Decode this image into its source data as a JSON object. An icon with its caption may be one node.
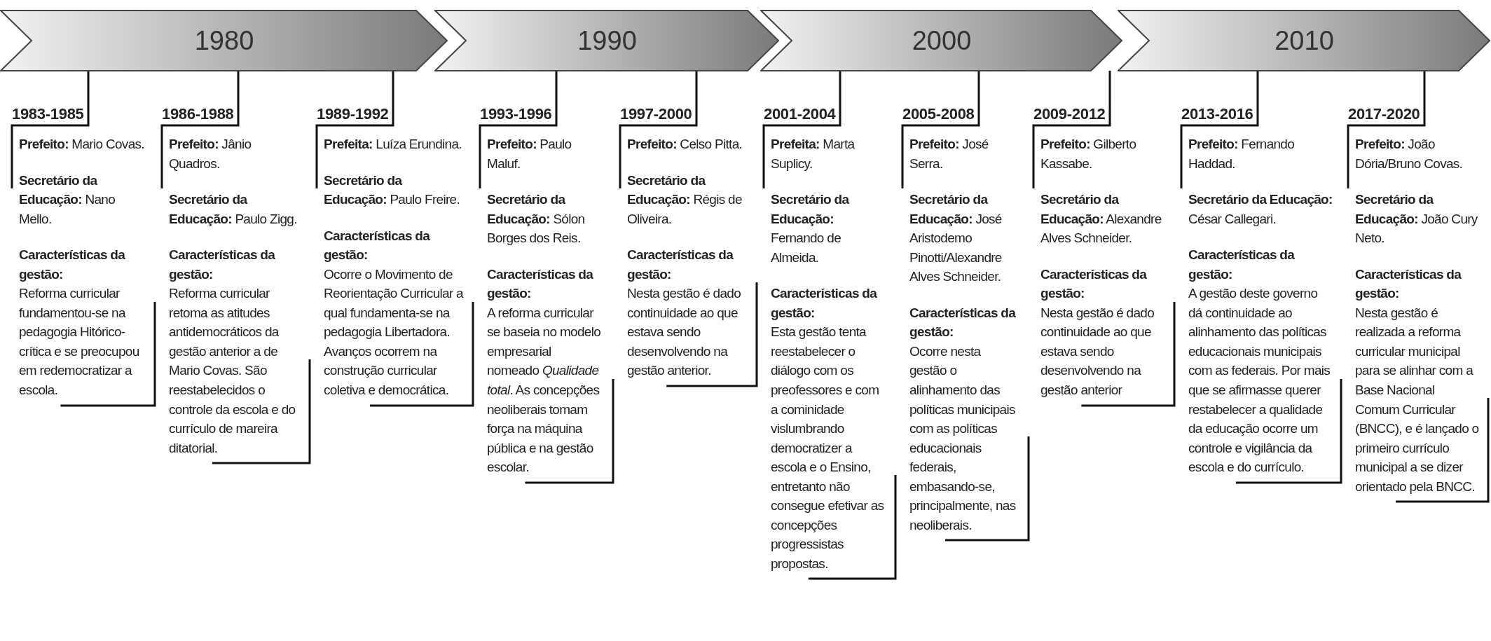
{
  "diagram": {
    "nodes": [
      {
        "text": [
          "1980"
        ]
      },
      {
        "text": [
          "1990"
        ]
      },
      {
        "text": [
          "2000"
        ]
      },
      {
        "text": [
          "2010"
        ]
      },
      {
        "text": [
          "1983-1985",
          "**Prefeito:** Mario Covas.",
          "**Secretário da Educação:** Nano Mello.",
          "**Características da gestão:** Reforma curricular fundamentou-se na pedagogia Hitórico-crítica e se preocupou em redemocratizar a escola."
        ]
      },
      {
        "text": [
          "1986-1988",
          "**Prefeito:** Jânio Quadros.",
          "**Secretário da Educação:** Paulo Zigg.",
          "**Características da gestão:** Reforma curricular retoma as atitudes antidemocráticos da gestão anterior a de Mario Covas. São reestabelecidos o controle da escola e do currículo de mareira ditatorial."
        ]
      },
      {
        "text": [
          "1989-1992",
          "**Prefeita:** Luíza Erundina.",
          "**Secretário da Educação:** Paulo Freire.",
          "**Características da gestão:** Ocorre o Movimento de Reorientação Curricular a qual fundamenta-se na pedagogia Libertadora. Avanços ocorrem na construção curricular coletiva e democrática."
        ]
      },
      {
        "text": [
          "1993-1996",
          "**Prefeito:** Paulo Maluf.",
          "**Secretário da Educação:** Sólon Borges dos Reis.",
          "**Características da gestão:** A reforma curricular se baseia no modelo empresarial nomeado *Qualidade total*. As concepções neoliberais tomam força na máquina pública e na gestão escolar."
        ]
      },
      {
        "text": [
          "1997-2000",
          "**Prefeito:** Celso Pitta.",
          "**Secretário da Educação:** Régis de Oliveira.",
          "**Características da gestão:** Nesta gestão é dado continuidade ao que estava sendo desenvolvendo na gestão anterior."
        ]
      },
      {
        "text": [
          "2001-2004",
          "**Prefeita:** Marta Suplicy.",
          "**Secretário da Educação:** Fernando de Almeida.",
          "**Características da gestão:** Esta gestão tenta reestabelecer o diálogo com os preofessores e com a cominidade vislumbrando democratizer a escola e o Ensino, entretanto não consegue efetivar as concepções progressistas propostas."
        ]
      },
      {
        "text": [
          "2005-2008",
          "**Prefeito:** José Serra.",
          "**Secretário da Educação:** José Aristodemo Pinotti/Alexandre Alves Schneider.",
          "**Características da gestão:** Ocorre nesta gestão o alinhamento das políticas municipais com as políticas educacionais federais, embasando-se, principalmente, nas neoliberais."
        ]
      },
      {
        "text": [
          "2009-2012",
          "**Prefeito:** Gilberto Kassabe.",
          "**Secretário da Educação:** Alexandre Alves Schneider.",
          "**Características da gestão:** Nesta gestão é dado continuidade ao que estava sendo desenvolvendo na gestão anterior"
        ]
      },
      {
        "text": [
          "2013-2016",
          "**Prefeito:** Fernando Haddad.",
          "**Secretário da Educação:** César Callegari.",
          "**Características da gestão:** A gestão deste governo dá continuidade ao alinhamento das políticas educacionais municipais com as federais. Por mais que se afirmasse querer restabelecer a qualidade da educação ocorre um controle e vigilância da escola e do currículo."
        ]
      },
      {
        "text": [
          "2017-2020",
          "**Prefeito:** João Dória/Bruno Covas.",
          "**Secretário da Educação:** João Cury Neto.",
          "**Características da gestão:** Nesta gestão é realizada a reforma curricular municipal para se alinhar com a Base Nacional Comum Curricular (BNCC), e é lançado o primeiro currículo municipal a se dizer orientado pela BNCC."
        ]
      }
    ],
    "edges": [
      {
        "from": 0,
        "to": 4,
        "arrow": "none"
      },
      {
        "from": 0,
        "to": 5,
        "arrow": "none"
      },
      {
        "from": 0,
        "to": 6,
        "arrow": "none"
      },
      {
        "from": 1,
        "to": 7,
        "arrow": "none"
      },
      {
        "from": 1,
        "to": 8,
        "arrow": "none"
      },
      {
        "from": 2,
        "to": 9,
        "arrow": "none"
      },
      {
        "from": 2,
        "to": 10,
        "arrow": "none"
      },
      {
        "from": 2,
        "to": 11,
        "arrow": "none"
      },
      {
        "from": 3,
        "to": 12,
        "arrow": "none"
      },
      {
        "from": 3,
        "to": 13,
        "arrow": "none"
      }
    ]
  }
}
